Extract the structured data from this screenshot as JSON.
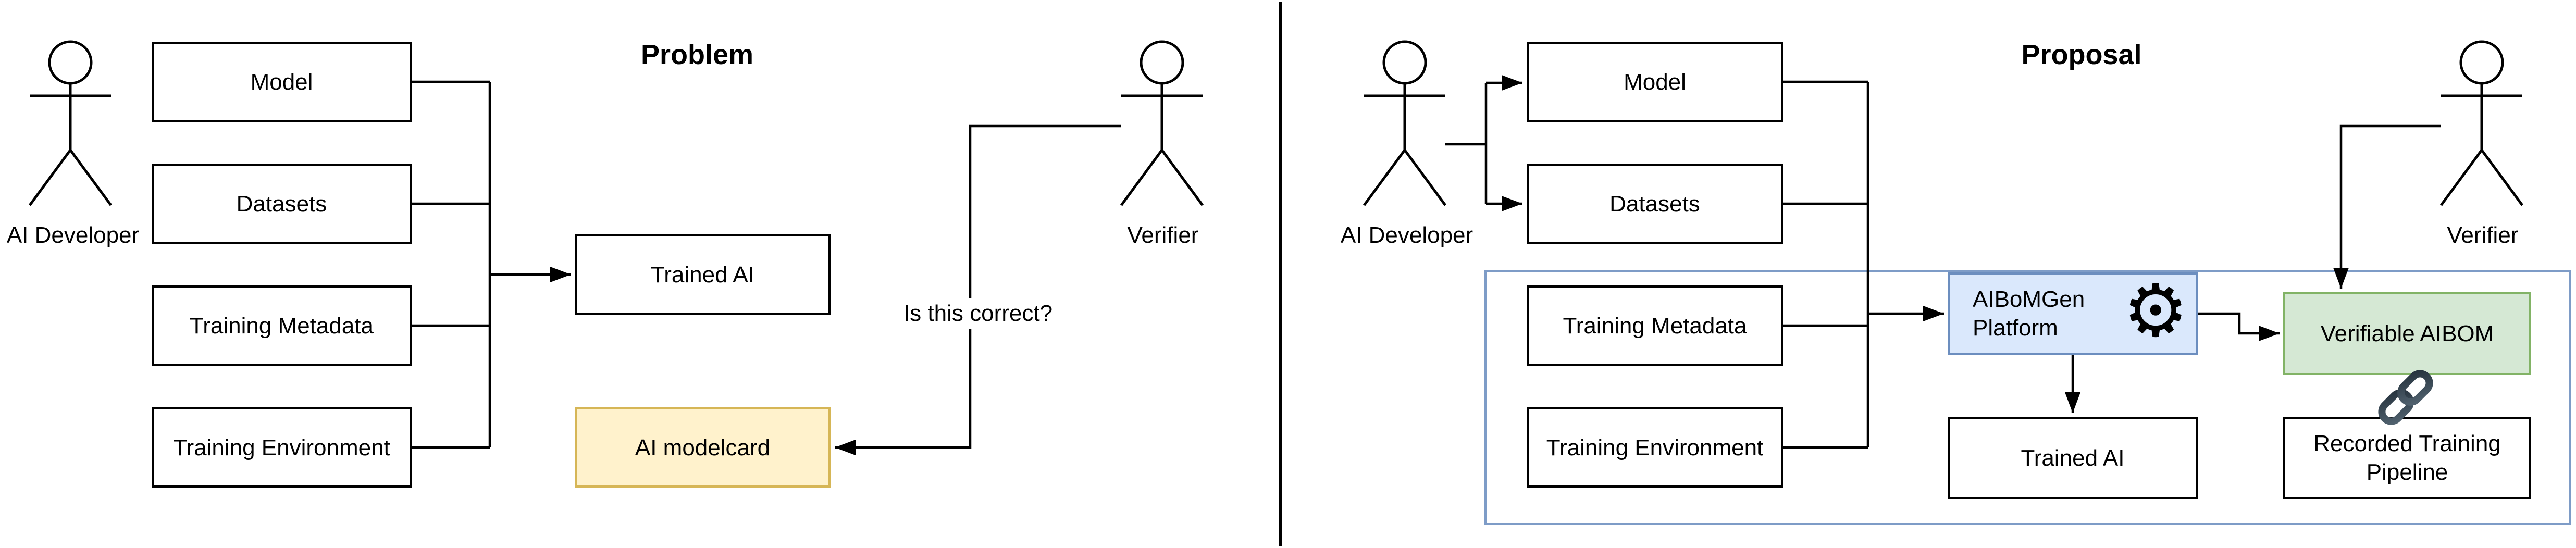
{
  "diagram": {
    "problem_panel": {
      "title": "Problem",
      "developer_label": "AI Developer",
      "verifier_label": "Verifier",
      "question_label": "Is this correct?",
      "boxes": {
        "model": "Model",
        "datasets": "Datasets",
        "training_metadata": "Training Metadata",
        "training_environment": "Training Environment",
        "trained_ai": "Trained AI",
        "ai_modelcard": "AI modelcard"
      }
    },
    "proposal_panel": {
      "title": "Proposal",
      "developer_label": "AI Developer",
      "verifier_label": "Verifier",
      "boxes": {
        "model": "Model",
        "datasets": "Datasets",
        "training_metadata": "Training Metadata",
        "training_environment": "Training Environment",
        "aibomgen_platform": "AIBoMGen Platform",
        "trained_ai": "Trained AI",
        "verifiable_aibom": "Verifiable AIBOM",
        "recorded_training_pipeline": "Recorded Training Pipeline"
      }
    },
    "icons": {
      "gear_glyph": "⚙"
    },
    "colors": {
      "modelcard_fill": "#FFF2CC",
      "modelcard_border": "#D6B656",
      "platform_fill": "#DAE8FC",
      "platform_border": "#6C8EBF",
      "aibom_fill": "#D5E8D4",
      "aibom_border": "#82B366",
      "container_border": "#7E9CC7",
      "chain_icon": "#33424F",
      "line_color": "#000000"
    }
  }
}
